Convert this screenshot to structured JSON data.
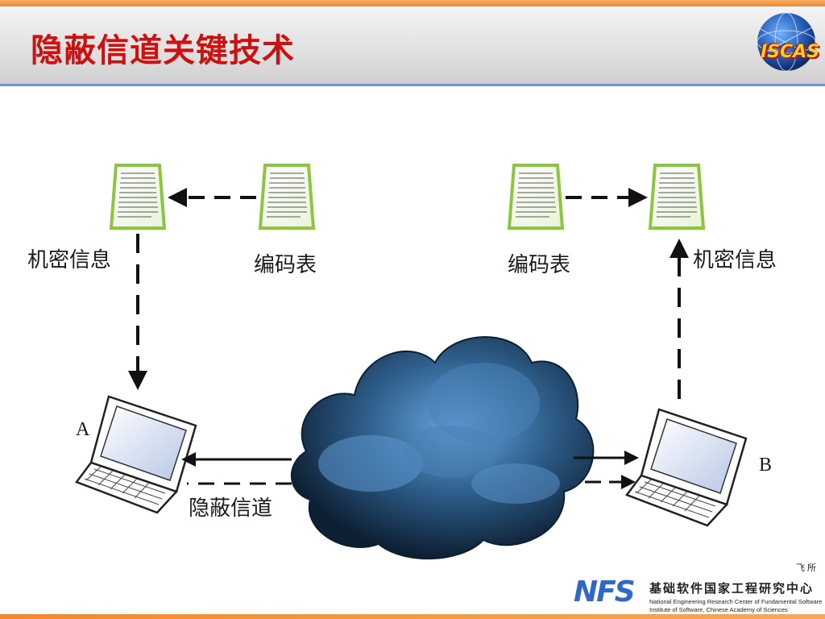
{
  "slide": {
    "title": "隐蔽信道关键技术"
  },
  "logo": {
    "text": "ISCAS"
  },
  "labels": {
    "secret_left": "机密信息",
    "codebook_left": "编码表",
    "codebook_right": "编码表",
    "secret_right": "机密信息",
    "node_a": "A",
    "node_b": "B",
    "covert_channel": "隐蔽信道"
  },
  "footer": {
    "corner_text": "飞 所",
    "logo_text": "NFS",
    "org_cn": "基础软件国家工程研究中心",
    "org_en1": "National Engineering Research Center of Fundamental Software",
    "org_en2": "Institute of Software, Chinese Academy of Sciences"
  },
  "colors": {
    "title": "#cc1111",
    "header_rule": "#7a8fd1",
    "document_border": "#8cc63f",
    "cloud": "#3d6f9e"
  }
}
